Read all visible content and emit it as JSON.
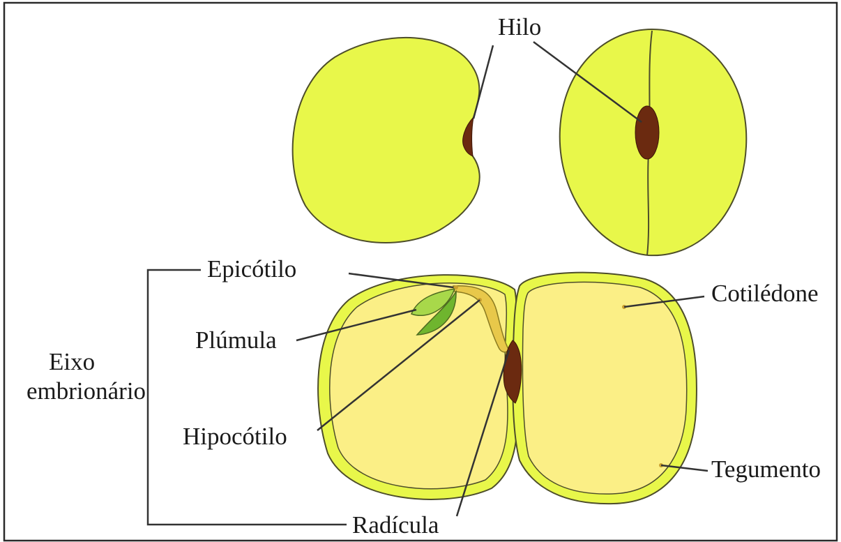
{
  "labels": {
    "hilo": "Hilo",
    "epicotilo": "Epicótilo",
    "plumula": "Plúmula",
    "eixo_line1": "Eixo",
    "eixo_line2": "embrionário",
    "hipocotilo": "Hipocótilo",
    "radicula": "Radícula",
    "cotiledone": "Cotilédone",
    "tegumento": "Tegumento"
  },
  "colors": {
    "seed_outer": "#e8f74a",
    "cotyledon": "#fbef86",
    "hilum": "#6b2a10",
    "plumule_light": "#a8d84a",
    "plumule_dark": "#6fb52e",
    "axis": "#e8c84a",
    "outline": "#4d4d2a",
    "leader": "#333333"
  }
}
